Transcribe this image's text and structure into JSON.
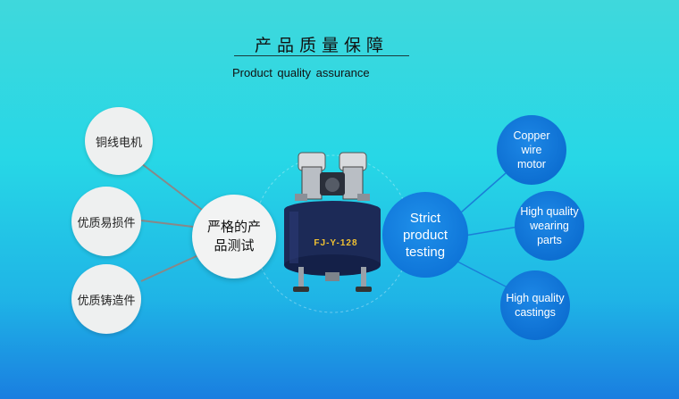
{
  "header": {
    "title_cn": "产品质量保障",
    "title_en": "Product  quality  assurance"
  },
  "left_features": [
    {
      "label": "铜线电机"
    },
    {
      "label": "优质易损件"
    },
    {
      "label": "优质铸造件"
    }
  ],
  "left_center": {
    "line1": "严格的产",
    "line2": "品测试"
  },
  "right_center": {
    "line1": "Strict",
    "line2": "product",
    "line3": "testing"
  },
  "right_features": [
    {
      "line1": "Copper wire",
      "line2": "motor"
    },
    {
      "line1": "High quality",
      "line2": "wearing",
      "line3": "parts"
    },
    {
      "line1": "High quality",
      "line2": "castings"
    }
  ],
  "product": {
    "model_label": "FJ-Y-128"
  },
  "colors": {
    "accent_blue": "#0e74d8",
    "bubble_grey": "#eef0f0",
    "label_yellow": "#f1c232"
  }
}
